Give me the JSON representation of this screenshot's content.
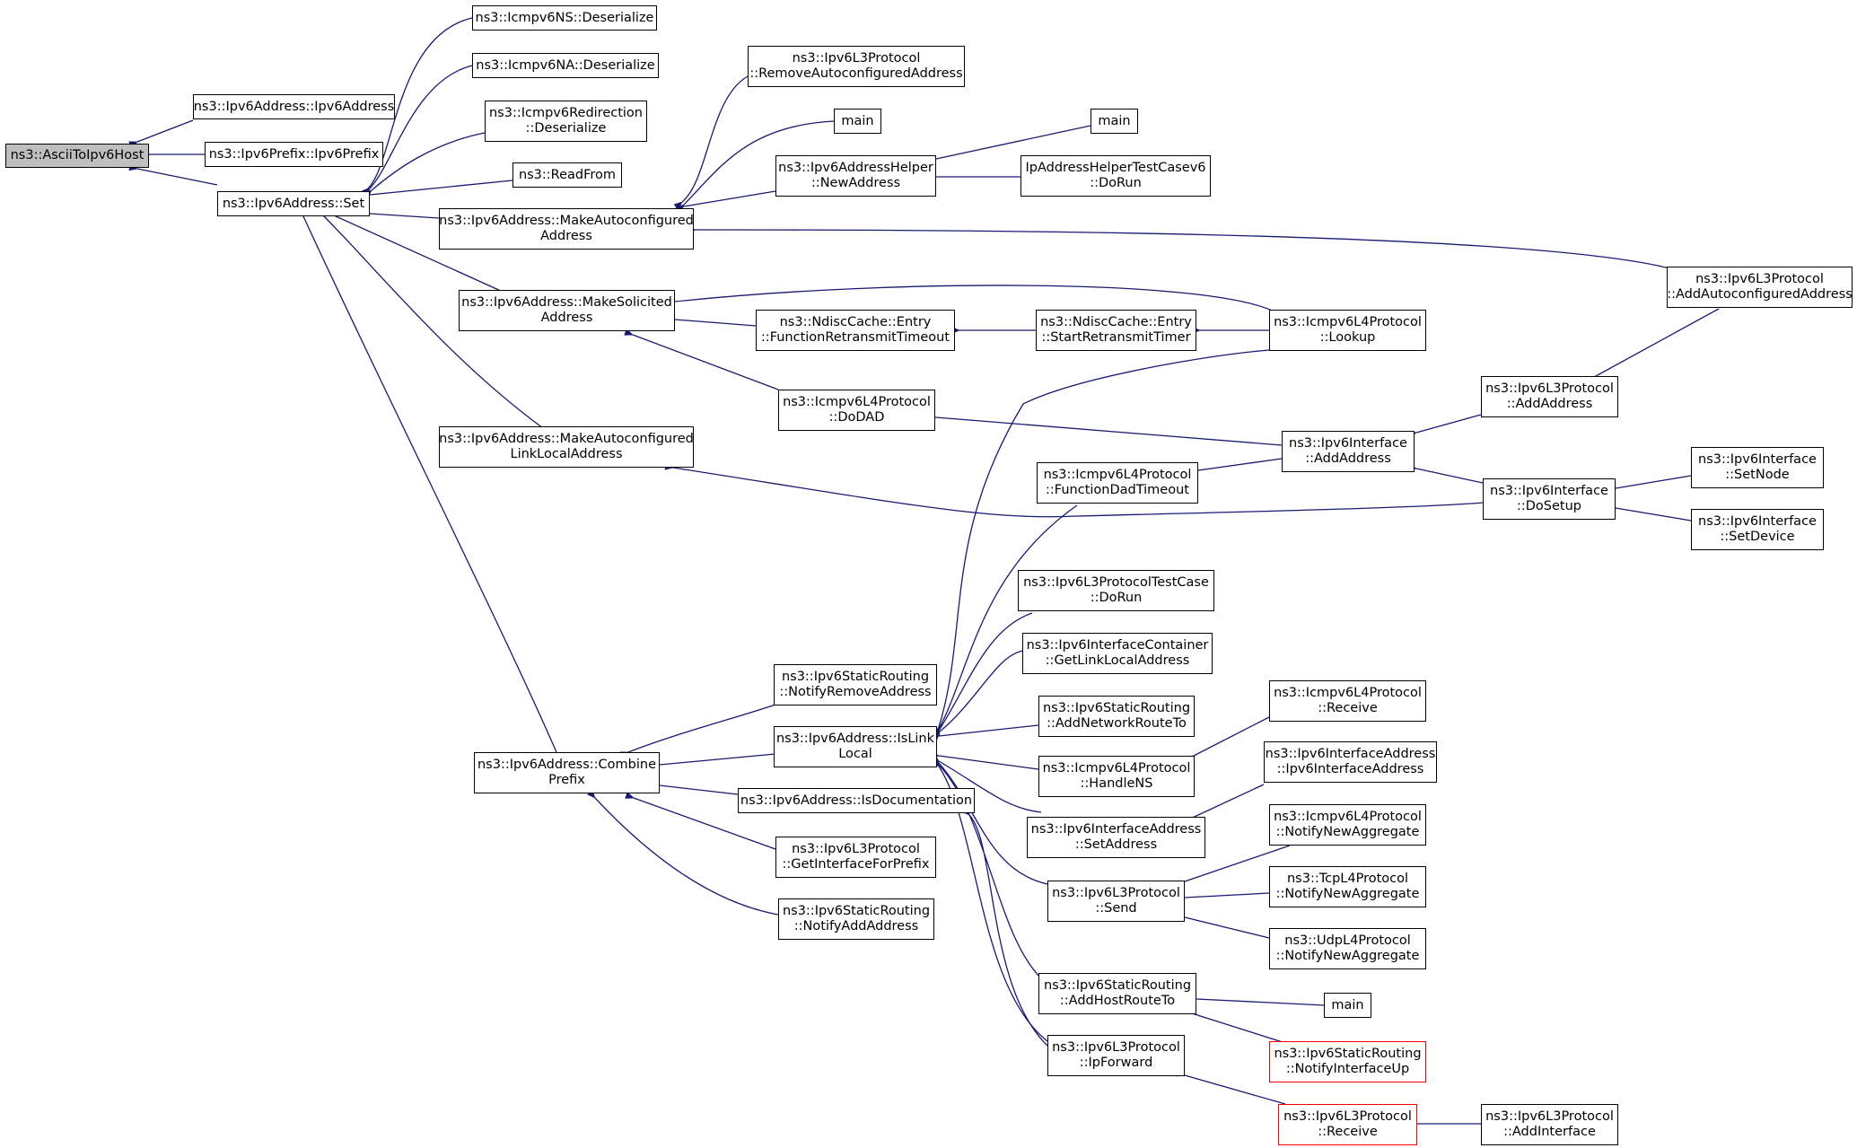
{
  "colors": {
    "edge": "#191970",
    "node_border": "#000000",
    "root_fill": "#bfbfbf",
    "truncated_border": "#ff0000"
  },
  "nodes": {
    "root": {
      "lines": [
        "ns3::AsciiToIpv6Host"
      ]
    },
    "ctorAddr": {
      "lines": [
        "ns3::Ipv6Address::Ipv6Address"
      ]
    },
    "ctorPref": {
      "lines": [
        "ns3::Ipv6Prefix::Ipv6Prefix"
      ]
    },
    "set": {
      "lines": [
        "ns3::Ipv6Address::Set"
      ]
    },
    "nsDes": {
      "lines": [
        "ns3::Icmpv6NS::Deserialize"
      ]
    },
    "naDes": {
      "lines": [
        "ns3::Icmpv6NA::Deserialize"
      ]
    },
    "redirDes": {
      "lines": [
        "ns3::Icmpv6Redirection",
        "::Deserialize"
      ]
    },
    "readFrom": {
      "lines": [
        "ns3::ReadFrom"
      ]
    },
    "makeAuto": {
      "lines": [
        "ns3::Ipv6Address::MakeAutoconfigured",
        "Address"
      ]
    },
    "makeSol": {
      "lines": [
        "ns3::Ipv6Address::MakeSolicited",
        "Address"
      ]
    },
    "makeLL": {
      "lines": [
        "ns3::Ipv6Address::MakeAutoconfigured",
        "LinkLocalAddress"
      ]
    },
    "combine": {
      "lines": [
        "ns3::Ipv6Address::Combine",
        "Prefix"
      ]
    },
    "removeAuto": {
      "lines": [
        "ns3::Ipv6L3Protocol",
        "::RemoveAutoconfiguredAddress"
      ]
    },
    "main1": {
      "lines": [
        "main"
      ]
    },
    "newAddr": {
      "lines": [
        "ns3::Ipv6AddressHelper",
        "::NewAddress"
      ]
    },
    "main2": {
      "lines": [
        "main"
      ]
    },
    "ipHelperTest": {
      "lines": [
        "IpAddressHelperTestCasev6",
        "::DoRun"
      ]
    },
    "addAuto": {
      "lines": [
        "ns3::Ipv6L3Protocol",
        "::AddAutoconfiguredAddress"
      ]
    },
    "funcRetrans": {
      "lines": [
        "ns3::NdiscCache::Entry",
        "::FunctionRetransmitTimeout"
      ]
    },
    "startRetrans": {
      "lines": [
        "ns3::NdiscCache::Entry",
        "::StartRetransmitTimer"
      ]
    },
    "lookup": {
      "lines": [
        "ns3::Icmpv6L4Protocol",
        "::Lookup"
      ]
    },
    "doDAD": {
      "lines": [
        "ns3::Icmpv6L4Protocol",
        "::DoDAD"
      ]
    },
    "ifaceAddAddr": {
      "lines": [
        "ns3::Ipv6Interface",
        "::AddAddress"
      ]
    },
    "l3AddAddr": {
      "lines": [
        "ns3::Ipv6L3Protocol",
        "::AddAddress"
      ]
    },
    "funcDad": {
      "lines": [
        "ns3::Icmpv6L4Protocol",
        "::FunctionDadTimeout"
      ]
    },
    "doSetup": {
      "lines": [
        "ns3::Ipv6Interface",
        "::DoSetup"
      ]
    },
    "setNode": {
      "lines": [
        "ns3::Ipv6Interface",
        "::SetNode"
      ]
    },
    "setDevice": {
      "lines": [
        "ns3::Ipv6Interface",
        "::SetDevice"
      ]
    },
    "l3TestDoRun": {
      "lines": [
        "ns3::Ipv6L3ProtocolTestCase",
        "::DoRun"
      ]
    },
    "getLL": {
      "lines": [
        "ns3::Ipv6InterfaceContainer",
        "::GetLinkLocalAddress"
      ]
    },
    "notifyRemove": {
      "lines": [
        "ns3::Ipv6StaticRouting",
        "::NotifyRemoveAddress"
      ]
    },
    "isLinkLocal": {
      "lines": [
        "ns3::Ipv6Address::IsLink",
        "Local"
      ]
    },
    "addNetRoute": {
      "lines": [
        "ns3::Ipv6StaticRouting",
        "::AddNetworkRouteTo"
      ]
    },
    "icmpReceive": {
      "lines": [
        "ns3::Icmpv6L4Protocol",
        "::Receive"
      ]
    },
    "handleNS": {
      "lines": [
        "ns3::Icmpv6L4Protocol",
        "::HandleNS"
      ]
    },
    "ifaceAddrCtor": {
      "lines": [
        "ns3::Ipv6InterfaceAddress",
        "::Ipv6InterfaceAddress"
      ]
    },
    "isDoc": {
      "lines": [
        "ns3::Ipv6Address::IsDocumentation"
      ]
    },
    "setAddress": {
      "lines": [
        "ns3::Ipv6InterfaceAddress",
        "::SetAddress"
      ]
    },
    "icmpNotify": {
      "lines": [
        "ns3::Icmpv6L4Protocol",
        "::NotifyNewAggregate"
      ]
    },
    "getIfPrefix": {
      "lines": [
        "ns3::Ipv6L3Protocol",
        "::GetInterfaceForPrefix"
      ]
    },
    "l3Send": {
      "lines": [
        "ns3::Ipv6L3Protocol",
        "::Send"
      ]
    },
    "tcpNotify": {
      "lines": [
        "ns3::TcpL4Protocol",
        "::NotifyNewAggregate"
      ]
    },
    "notifyAdd": {
      "lines": [
        "ns3::Ipv6StaticRouting",
        "::NotifyAddAddress"
      ]
    },
    "udpNotify": {
      "lines": [
        "ns3::UdpL4Protocol",
        "::NotifyNewAggregate"
      ]
    },
    "addHostRoute": {
      "lines": [
        "ns3::Ipv6StaticRouting",
        "::AddHostRouteTo"
      ]
    },
    "main3": {
      "lines": [
        "main"
      ]
    },
    "ipForward": {
      "lines": [
        "ns3::Ipv6L3Protocol",
        "::IpForward"
      ]
    },
    "notifyIfUp": {
      "lines": [
        "ns3::Ipv6StaticRouting",
        "::NotifyInterfaceUp"
      ]
    },
    "l3Receive": {
      "lines": [
        "ns3::Ipv6L3Protocol",
        "::Receive"
      ]
    },
    "addIface": {
      "lines": [
        "ns3::Ipv6L3Protocol",
        "::AddInterface"
      ]
    }
  }
}
